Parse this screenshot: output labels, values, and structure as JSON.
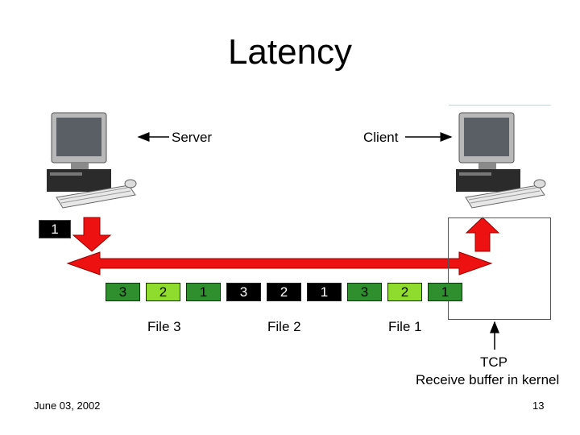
{
  "title": "Latency",
  "labels": {
    "server": "Server",
    "client": "Client",
    "tcp_line1": "TCP",
    "tcp_line2": "Receive buffer in kernel"
  },
  "in_flight_packet": "1",
  "files": [
    {
      "label": "File 3",
      "packets": [
        "3",
        "2",
        "1"
      ]
    },
    {
      "label": "File 2",
      "packets": [
        "3",
        "2",
        "1"
      ]
    },
    {
      "label": "File 1",
      "packets": [
        "3",
        "2",
        "1"
      ]
    }
  ],
  "footer": {
    "date": "June 03, 2002",
    "page": "13"
  },
  "colors": {
    "arrow_red": "#ee1111",
    "packet_dark": "#000000",
    "packet_green": "#2f8f2f",
    "packet_lime": "#8fdc2f"
  }
}
